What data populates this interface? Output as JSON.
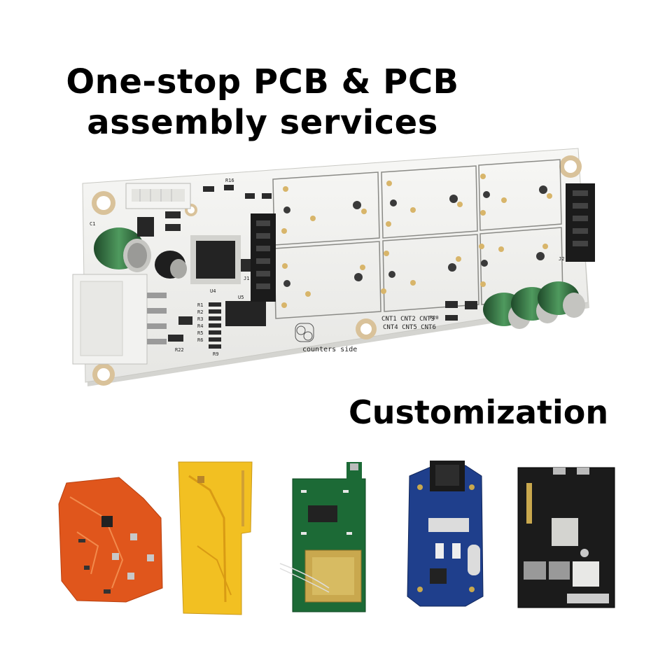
{
  "headline": {
    "line1": "One-stop PCB & PCB",
    "line2": "assembly services"
  },
  "subheadline": "Customization",
  "main_board": {
    "silkscreen": {
      "counters_side": "counters side",
      "cnt_row1": "CNT1 CNT2 CNT3",
      "cnt_row2": "CNT4 CNT5 CNT6",
      "u4": "U4",
      "u5": "U5",
      "c1": "C1",
      "r16": "R16",
      "r20": "R20",
      "r22": "R22",
      "res_labels": [
        "R1",
        "R2",
        "R3",
        "R4",
        "R5",
        "R6"
      ],
      "r9": "R9",
      "j1": "J1",
      "j2": "J2"
    }
  },
  "sample_boards": [
    "orange",
    "yellow",
    "green",
    "blue",
    "black"
  ],
  "colors": {
    "orange_board": "#e0561c",
    "yellow_board": "#f2c022",
    "green_board": "#1c6a36",
    "blue_board": "#1f3f8c",
    "black_board": "#1b1b1b",
    "white_board": "#f3f3f1"
  }
}
